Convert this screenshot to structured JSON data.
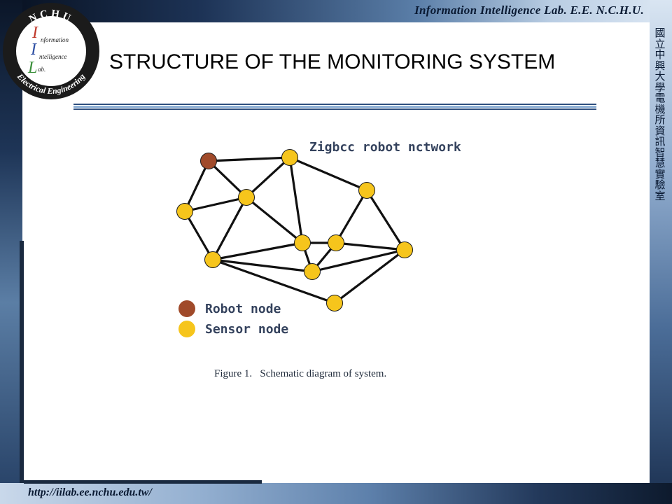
{
  "header": {
    "lab_name": "Information Intelligence Lab. E.E. N.C.H.U.",
    "vertical_chinese": "國立中興大學電機所資訊智慧實驗室"
  },
  "logo": {
    "top_text": "NCHU",
    "bottom_text": "Electrical Engineering",
    "line1": "nformation",
    "line2": "ntelligence",
    "line3": "ab.",
    "letter1": "I",
    "letter2": "I",
    "letter3": "L"
  },
  "slide": {
    "title": "STRUCTURE OF THE MONITORING SYSTEM"
  },
  "diagram": {
    "network_label": "Zigbcc robot nctwork",
    "legend": [
      {
        "label": "Robot node",
        "color": "#a04a2a"
      },
      {
        "label": "Sensor node",
        "color": "#f6c51c"
      }
    ],
    "caption": "Figure 1.   Schematic diagram of system.",
    "node_outline_color": "#1a1a1a",
    "edge_color": "#111111"
  },
  "footer": {
    "url": "http://iilab.ee.nchu.edu.tw/"
  }
}
